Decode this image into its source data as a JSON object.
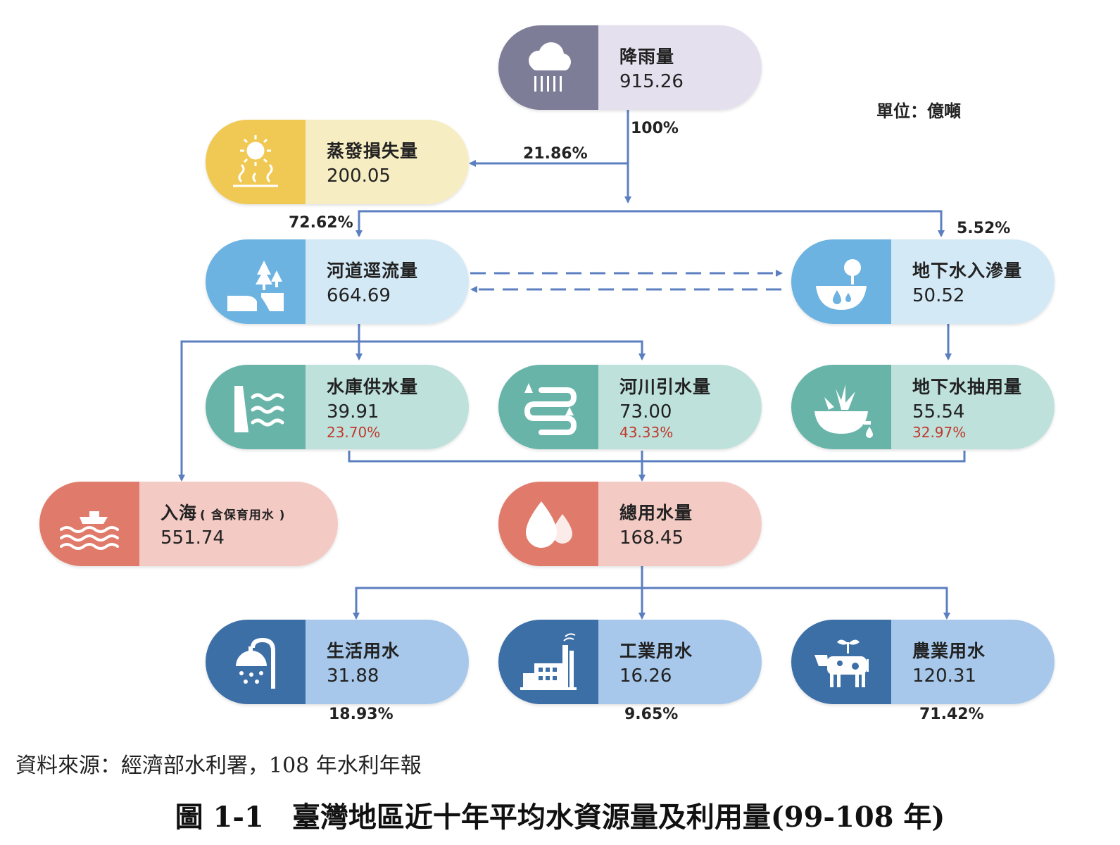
{
  "unit": "單位：億噸",
  "nodes": {
    "rainfall": {
      "name": "降雨量",
      "value": "915.26",
      "colors": {
        "icon": "#7d7d98",
        "text": "#e4e0ee"
      }
    },
    "evaporation": {
      "name": "蒸發損失量",
      "value": "200.05",
      "colors": {
        "icon": "#f0c954",
        "text": "#f7edc2"
      }
    },
    "river_runoff": {
      "name": "河道逕流量",
      "value": "664.69",
      "colors": {
        "icon": "#6db3e1",
        "text": "#d4e9f6"
      }
    },
    "groundwater_recharge": {
      "name": "地下水入滲量",
      "value": "50.52",
      "colors": {
        "icon": "#6db3e1",
        "text": "#d4e9f6"
      }
    },
    "reservoir_supply": {
      "name": "水庫供水量",
      "value": "39.91",
      "percent": "23.70%",
      "colors": {
        "icon": "#68b4a9",
        "text": "#bee1dc"
      }
    },
    "river_intake": {
      "name": "河川引水量",
      "value": "73.00",
      "percent": "43.33%",
      "colors": {
        "icon": "#68b4a9",
        "text": "#bee1dc"
      }
    },
    "groundwater_pumping": {
      "name": "地下水抽用量",
      "value": "55.54",
      "percent": "32.97%",
      "colors": {
        "icon": "#68b4a9",
        "text": "#bee1dc"
      }
    },
    "to_sea": {
      "name": "入海",
      "note": "( 含保育用水 )",
      "value": "551.74",
      "colors": {
        "icon": "#e07a6a",
        "text": "#f3cac4"
      }
    },
    "total_use": {
      "name": "總用水量",
      "value": "168.45",
      "colors": {
        "icon": "#e07a6a",
        "text": "#f3cac4"
      }
    },
    "domestic": {
      "name": "生活用水",
      "value": "31.88",
      "colors": {
        "icon": "#3d6fa7",
        "text": "#a7c8ea"
      }
    },
    "industrial": {
      "name": "工業用水",
      "value": "16.26",
      "colors": {
        "icon": "#3d6fa7",
        "text": "#a7c8ea"
      }
    },
    "agricultural": {
      "name": "農業用水",
      "value": "120.31",
      "colors": {
        "icon": "#3d6fa7",
        "text": "#a7c8ea"
      }
    }
  },
  "flow_labels": {
    "rain_total": "100%",
    "evaporation": "21.86%",
    "runoff": "72.62%",
    "recharge": "5.52%",
    "domestic": "18.93%",
    "industrial": "9.65%",
    "agricultural": "71.42%"
  },
  "source": "資料來源：經濟部水利署，108 年水利年報",
  "caption": "圖 1-1　臺灣地區近十年平均水資源量及利用量(99-108 年)",
  "line_color": "#5b7fc0",
  "icons": {
    "rainfall": "rain-cloud-icon",
    "evaporation": "sun-evaporation-icon",
    "river_runoff": "river-trees-icon",
    "groundwater_recharge": "soil-drop-tree-icon",
    "reservoir_supply": "dam-waves-icon",
    "river_intake": "winding-river-icon",
    "groundwater_pumping": "bowl-plant-drip-icon",
    "to_sea": "boat-waves-icon",
    "total_use": "water-drops-icon",
    "domestic": "shower-icon",
    "industrial": "factory-icon",
    "agricultural": "cow-plant-icon"
  }
}
